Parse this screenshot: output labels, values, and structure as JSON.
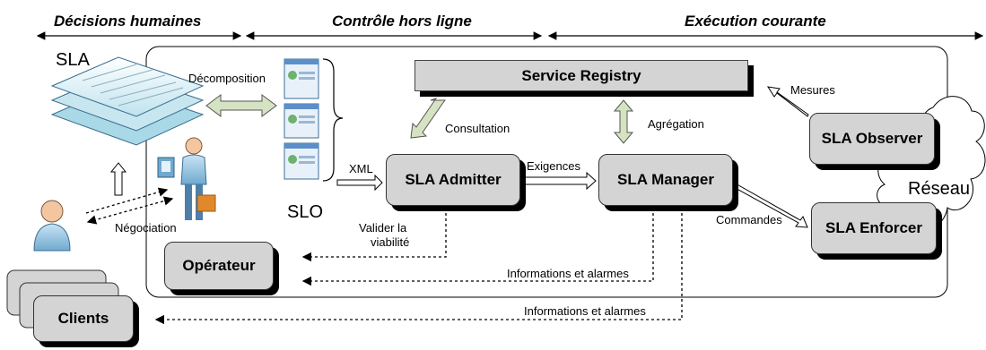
{
  "phases": {
    "human": "Décisions humaines",
    "offline": "Contrôle hors ligne",
    "runtime": "Exécution courante"
  },
  "components": {
    "registry": "Service Registry",
    "admitter": "SLA Admitter",
    "manager": "SLA Manager",
    "observer": "SLA Observer",
    "enforcer": "SLA Enforcer",
    "operator": "Opérateur",
    "clients": "Clients"
  },
  "labels": {
    "sla": "SLA",
    "slo": "SLO",
    "network": "Réseau",
    "decomposition": "Décomposition",
    "negotiation": "Négociation",
    "xml": "XML",
    "consultation": "Consultation",
    "aggregation": "Agrégation",
    "requirements": "Exigences",
    "measures": "Mesures",
    "commands": "Commandes",
    "validate_line1": "Valider la",
    "validate_line2": "viabilité",
    "info_alarms_operator": "Informations et alarmes",
    "info_alarms_clients": "Informations et alarmes"
  }
}
